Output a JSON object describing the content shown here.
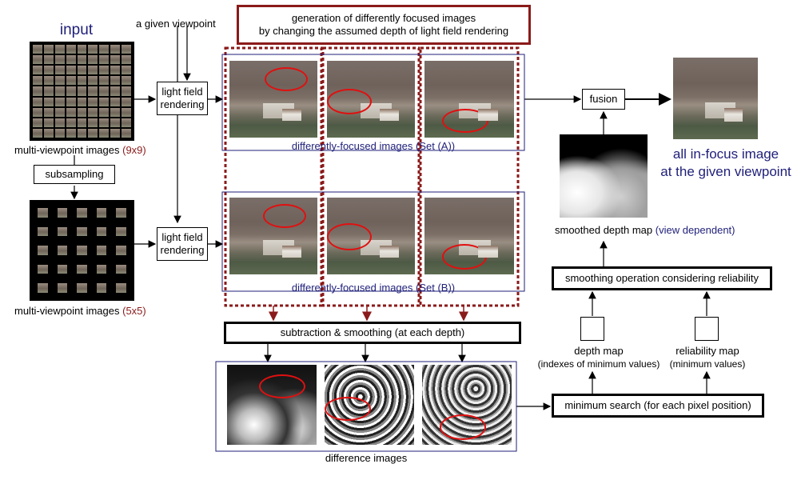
{
  "input_label": "input",
  "given_viewpoint": "a given viewpoint",
  "generation_title_line1": "generation of differently focused images",
  "generation_title_line2": "by changing the assumed depth of light field rendering",
  "light_field_rendering_1": "light field rendering",
  "light_field_rendering_2": "light field rendering",
  "mv_9x9_text": "multi-viewpoint images",
  "mv_9x9_size": "(9x9)",
  "subsampling": "subsampling",
  "mv_5x5_text": "multi-viewpoint images",
  "mv_5x5_size": "(5x5)",
  "set_a_label": "differently-focused images (Set (A))",
  "set_b_label": "differently-focused images (Set (B))",
  "subtraction": "subtraction & smoothing (at each depth)",
  "difference_images": "difference images",
  "fusion": "fusion",
  "all_in_focus_line1": "all in-focus image",
  "all_in_focus_line2": "at the given viewpoint",
  "smoothed_depth_map_text": "smoothed depth map",
  "smoothed_depth_map_note": "(view dependent)",
  "smoothing_operation": "smoothing operation considering reliability",
  "depth_map_line1": "depth map",
  "depth_map_line2": "(indexes of minimum values)",
  "reliability_map_line1": "reliability map",
  "reliability_map_line2": "(minimum values)",
  "minimum_search": "minimum search (for each pixel position)",
  "colors": {
    "dark_red": "#8b1a1a",
    "navy": "#1f1f7a",
    "red_ellipse": "#e01010"
  }
}
